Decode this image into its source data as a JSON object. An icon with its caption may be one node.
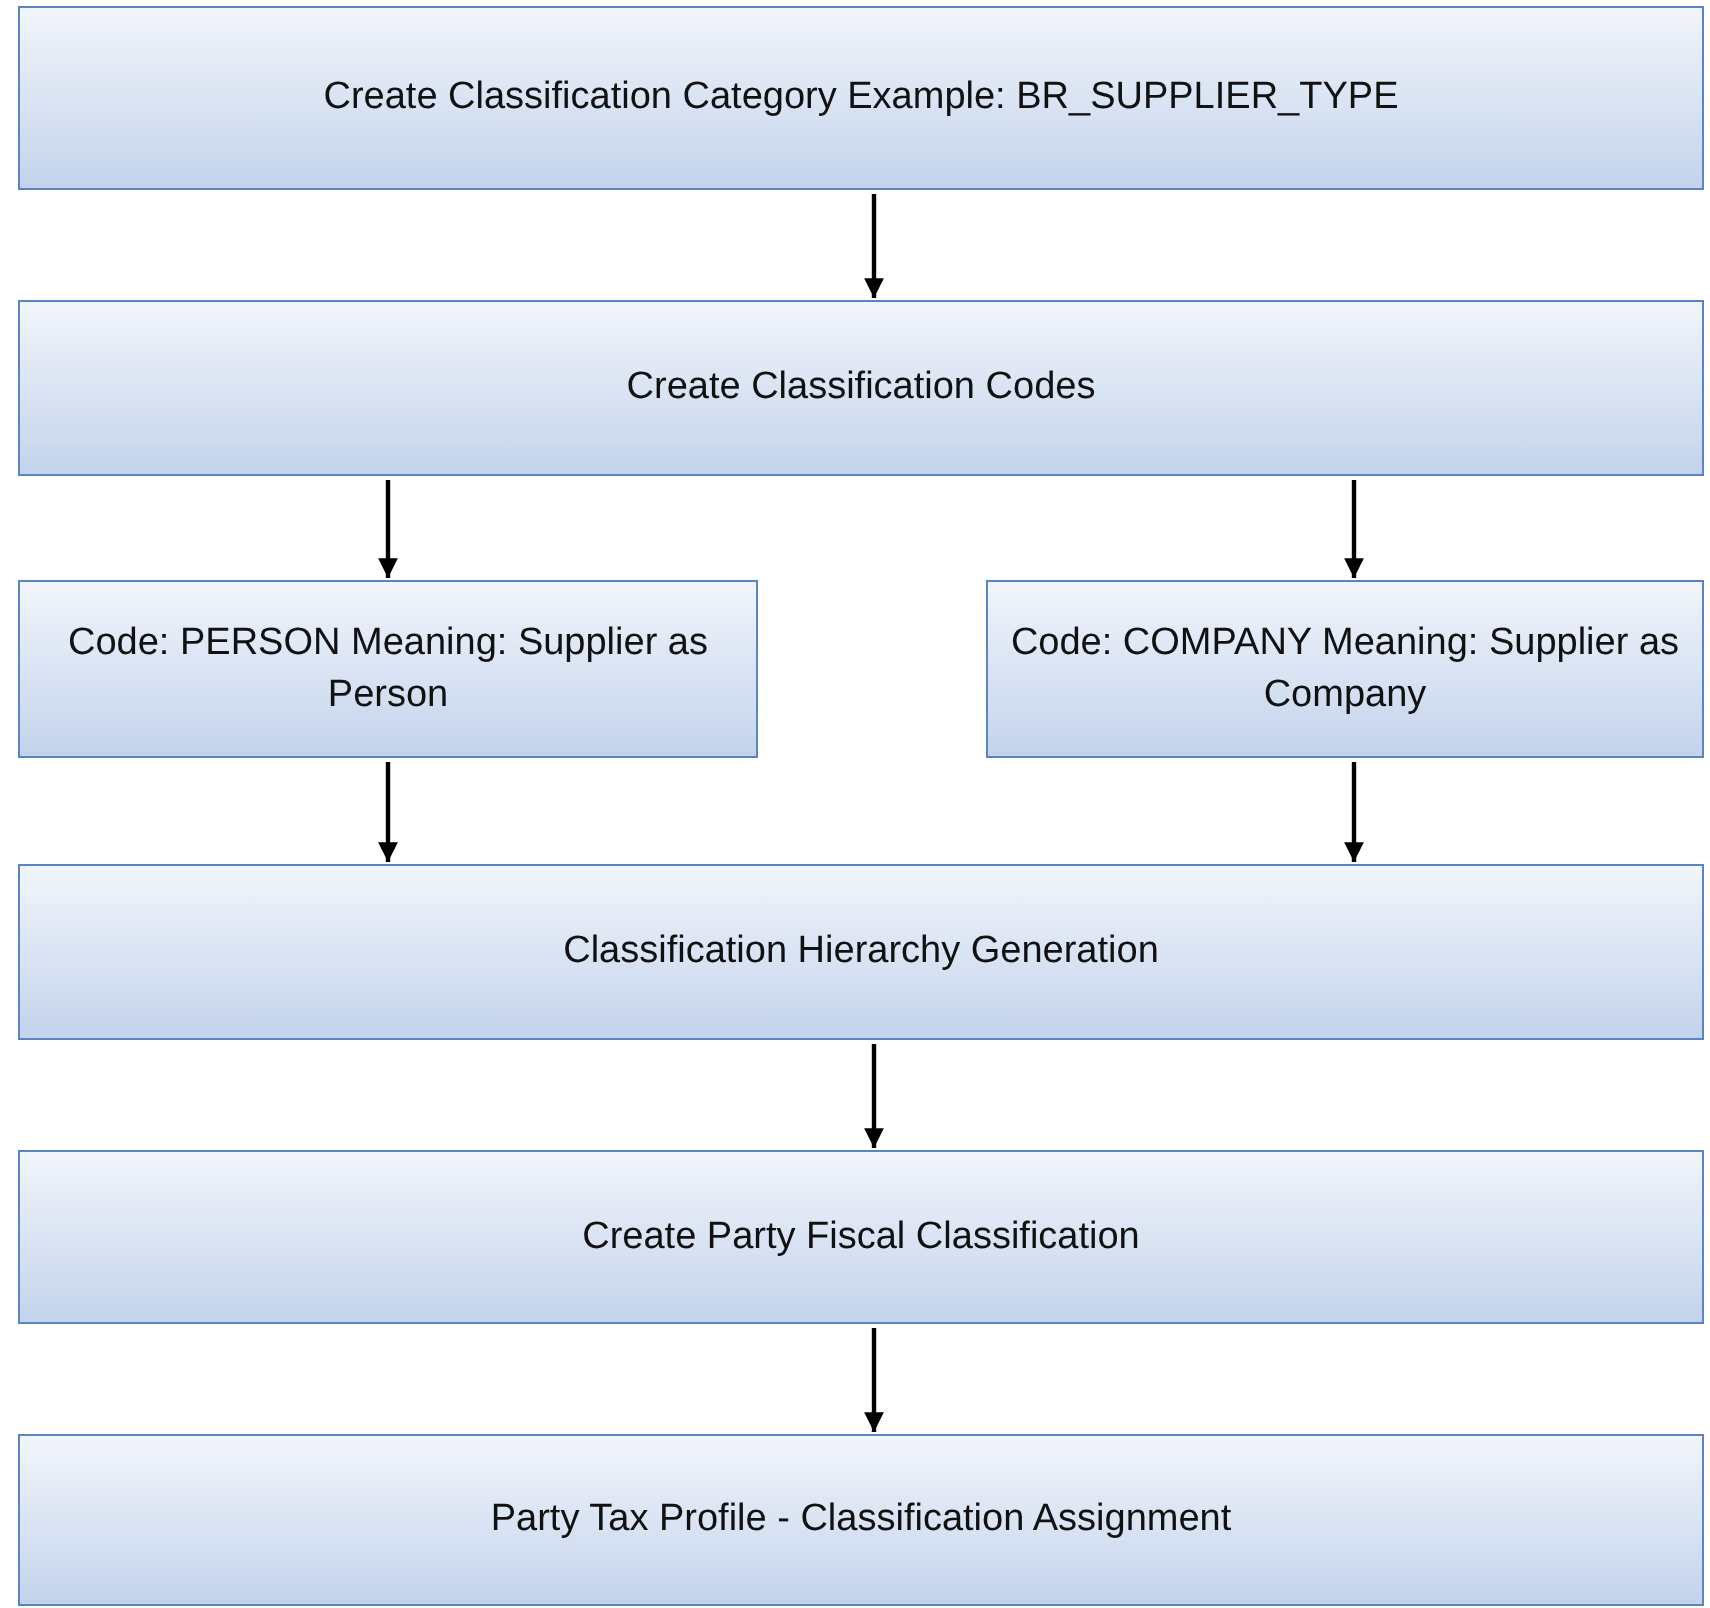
{
  "diagram": {
    "nodes": [
      {
        "text": [
          "Create Classification Category Example: BR_SUPPLIER_TYPE"
        ]
      },
      {
        "text": [
          "Create Classification Codes"
        ]
      },
      {
        "text": [
          "Code: PERSON Meaning: Supplier as Person"
        ]
      },
      {
        "text": [
          "Code: COMPANY Meaning: Supplier as Company"
        ]
      },
      {
        "text": [
          "Classification Hierarchy Generation"
        ]
      },
      {
        "text": [
          "Create Party Fiscal Classification"
        ]
      },
      {
        "text": [
          "Party Tax Profile - Classification Assignment"
        ]
      }
    ],
    "edges": [
      {
        "from": 0,
        "to": 1,
        "arrow": "to"
      },
      {
        "from": 1,
        "to": 2,
        "arrow": "to"
      },
      {
        "from": 1,
        "to": 3,
        "arrow": "to"
      },
      {
        "from": 2,
        "to": 4,
        "arrow": "to"
      },
      {
        "from": 3,
        "to": 4,
        "arrow": "to"
      },
      {
        "from": 4,
        "to": 5,
        "arrow": "to"
      },
      {
        "from": 5,
        "to": 6,
        "arrow": "to"
      }
    ]
  }
}
